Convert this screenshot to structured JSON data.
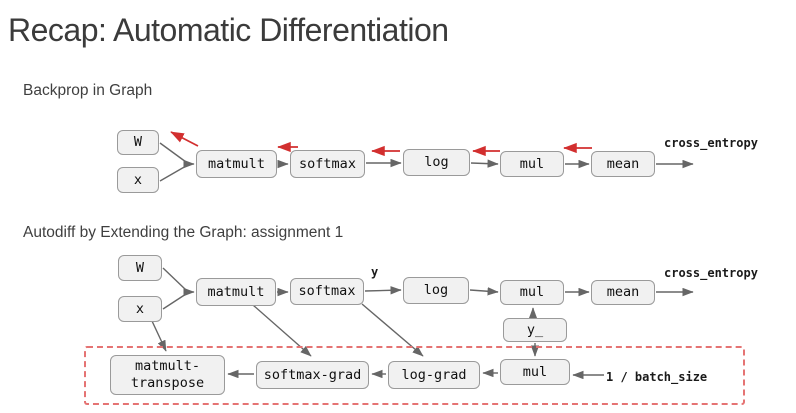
{
  "title": "Recap: Automatic Differentiation",
  "sections": {
    "backprop_heading": "Backprop in Graph",
    "autodiff_heading": "Autodiff by Extending the Graph: assignment 1"
  },
  "graph1": {
    "nodes": {
      "w": "W",
      "x": "x",
      "matmult": "matmult",
      "softmax": "softmax",
      "log": "log",
      "mul": "mul",
      "mean": "mean"
    },
    "output_label": "cross_entropy"
  },
  "graph2": {
    "nodes": {
      "w": "W",
      "x": "x",
      "matmult": "matmult",
      "softmax": "softmax",
      "log": "log",
      "mul": "mul",
      "mean": "mean",
      "y_": "y_",
      "matmult_transpose": "matmult-transpose",
      "softmax_grad": "softmax-grad",
      "log_grad": "log-grad",
      "mul_grad": "mul"
    },
    "edge_label_y": "y",
    "output_label": "cross_entropy",
    "batch_label": "1 / batch_size"
  },
  "colors": {
    "node_fill": "#f1f1f1",
    "node_border": "#9a9a9a",
    "forward_arrow": "#666666",
    "backward_arrow": "#d22f2f",
    "gradient_region_border": "#e57373",
    "heading_text": "#3f3f3f"
  }
}
